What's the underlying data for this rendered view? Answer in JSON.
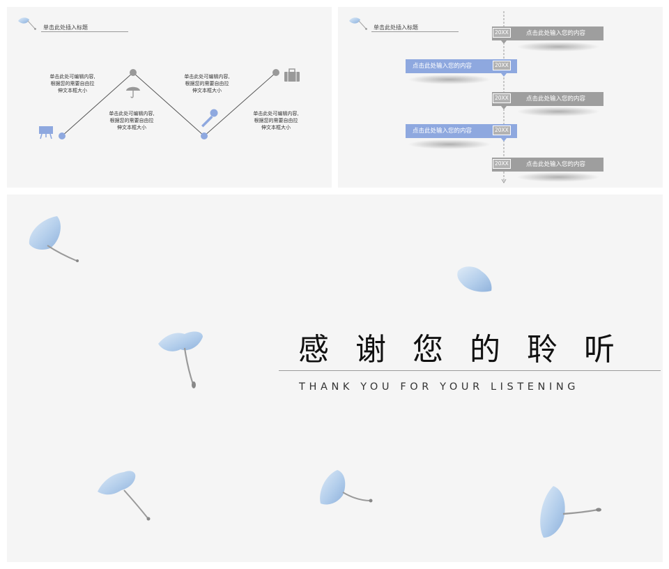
{
  "slide1": {
    "title": "单击此处插入标题",
    "blocks": [
      {
        "lines": [
          "单击此处可编辑内容,",
          "根据您的需要自由拉",
          "伸文本框大小"
        ]
      },
      {
        "lines": [
          "单击此处可编辑内容,",
          "根据您的需要自由拉",
          "伸文本框大小"
        ]
      },
      {
        "lines": [
          "单击此处可编辑内容,",
          "根据您的需要自由拉",
          "伸文本框大小"
        ]
      },
      {
        "lines": [
          "单击此处可编辑内容,",
          "根据您的需要自由拉",
          "伸文本框大小"
        ]
      }
    ],
    "icons": [
      "projector-board-icon",
      "umbrella-icon",
      "microphone-icon",
      "briefcase-icon"
    ],
    "colors": {
      "accent": "#8ea8df",
      "line": "#555555",
      "gray_node": "#999999"
    }
  },
  "slide2": {
    "title": "单击此处插入标题",
    "items": [
      {
        "year": "20XX",
        "text": "点击此处输入您的内容",
        "style": "gray"
      },
      {
        "year": "20XX",
        "text": "点击此处输入您的内容",
        "style": "blue"
      },
      {
        "year": "20XX",
        "text": "点击此处输入您的内容",
        "style": "gray"
      },
      {
        "year": "20XX",
        "text": "点击此处输入您的内容",
        "style": "blue"
      },
      {
        "year": "20XX",
        "text": "点击此处输入您的内容",
        "style": "gray"
      }
    ],
    "colors": {
      "gray_box": "#9e9e9e",
      "blue_box": "#8ea8df"
    }
  },
  "slide3": {
    "title": "感谢您的聆听",
    "subtitle": "THANK YOU FOR YOUR LISTENING",
    "decoration": "blue-petal-icon",
    "colors": {
      "petal": "#a9c8ea",
      "stem": "#9a9a9a"
    }
  }
}
